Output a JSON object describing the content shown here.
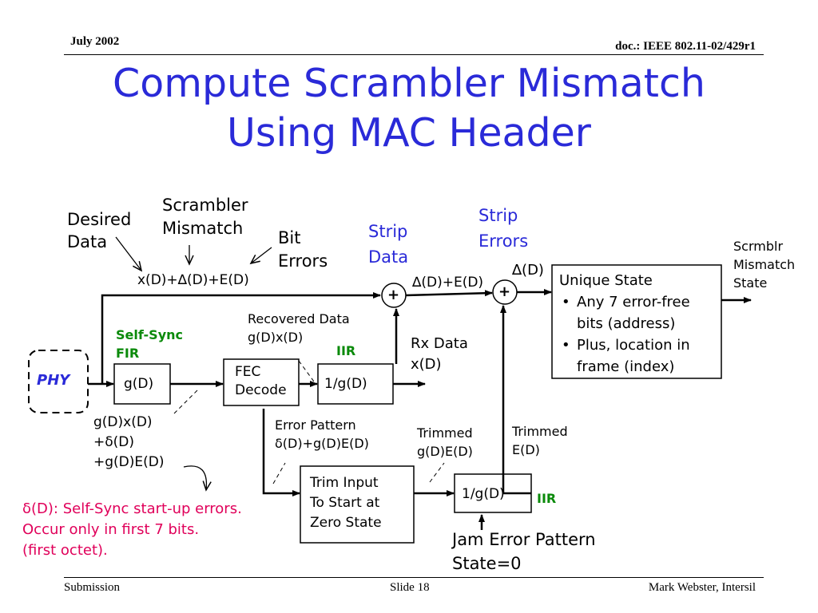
{
  "header": {
    "date": "July 2002",
    "doc_id": "doc.: IEEE 802.11-02/429r1"
  },
  "title": {
    "line1": "Compute Scrambler Mismatch",
    "line2": "Using MAC Header"
  },
  "labels": {
    "desired_data": [
      "Desired",
      "Data"
    ],
    "scrambler_mismatch": [
      "Scrambler",
      "Mismatch"
    ],
    "bit_errors": [
      "Bit",
      "Errors"
    ],
    "strip_data": [
      "Strip",
      "Data"
    ],
    "strip_errors": [
      "Strip",
      "Errors"
    ],
    "scrmblr_state": [
      "Scrmblr",
      "Mismatch",
      "State"
    ],
    "sum_signal": "x(D)+∆(D)+E(D)",
    "delta_plus_e": "∆(D)+E(D)",
    "delta": "∆(D)",
    "recovered_data": [
      "Recovered Data",
      "g(D)x(D)"
    ],
    "self_sync_fir": [
      "Self-Sync",
      "FIR"
    ],
    "iir_top": "IIR",
    "rx_data": [
      "Rx Data",
      "x(D)"
    ],
    "fir_output": [
      "g(D)x(D)",
      "+δ(D)",
      "+g(D)E(D)"
    ],
    "error_pattern": [
      "Error Pattern",
      "δ(D)+g(D)E(D)"
    ],
    "trimmed_gde": [
      "Trimmed",
      "g(D)E(D)"
    ],
    "trimmed_e": [
      "Trimmed",
      "E(D)"
    ],
    "iir_bottom": "IIR",
    "jam_error": [
      "Jam Error Pattern",
      "State=0"
    ],
    "delta_note": [
      "δ(D):  Self-Sync start-up errors.",
      "Occur only in first 7 bits.",
      "(first octet)."
    ]
  },
  "blocks": {
    "phy": "PHY",
    "g_d": "g(D)",
    "fec": [
      "FEC",
      "Decode"
    ],
    "inv_g_top": "1/g(D)",
    "trim": [
      "Trim Input",
      "To Start at",
      "Zero State"
    ],
    "inv_g_bottom": "1/g(D)",
    "unique_state": {
      "title": "Unique State",
      "bullets": [
        [
          "Any 7 error-free",
          "bits (address)"
        ],
        [
          "Plus, location in",
          "frame (index)"
        ]
      ]
    },
    "adder_symbol": "+"
  },
  "footer": {
    "left": "Submission",
    "center": "Slide 18",
    "right": "Mark Webster, Intersil"
  },
  "colors": {
    "title": "#2a2ad8",
    "strip_labels": "#2a2ad8",
    "fir_iir": "#0a8a0a",
    "phy": "#2a2ad8",
    "note": "#e0005a"
  }
}
